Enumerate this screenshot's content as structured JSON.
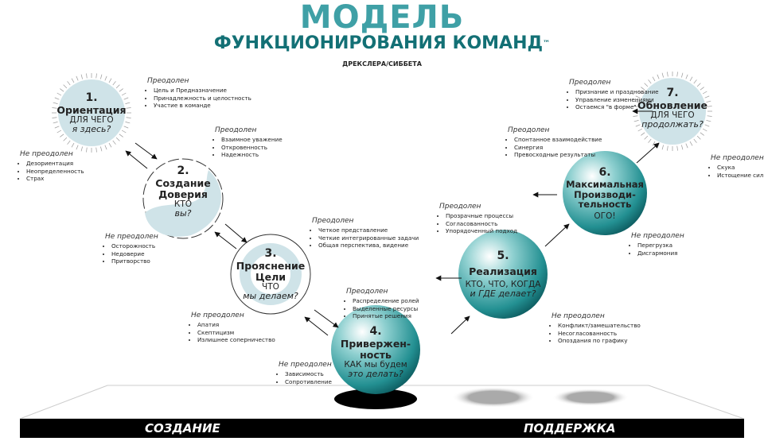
{
  "header": {
    "title": "МОДЕЛЬ",
    "subtitle": "ФУНКЦИОНИРОВАНИЯ КОМАНД",
    "trademark": "™",
    "authors": "ДРЕКСЛЕРА/СИББЕТА"
  },
  "labels": {
    "resolved": "Преодолен",
    "unresolved": "Не преодолен"
  },
  "stages": [
    {
      "number": "1.",
      "title": "Ориентация",
      "q1": "ДЛЯ ЧЕГО",
      "q2": "я здесь?",
      "resolved": [
        "Цель и Предназначение",
        "Принадлежность и целостность",
        "Участие в команде"
      ],
      "unresolved": [
        "Дезориентация",
        "Неопределенность",
        "Страх"
      ]
    },
    {
      "number": "2.",
      "title": "Создание Доверия",
      "q1": "КТО",
      "q2": "вы?",
      "resolved": [
        "Взаимное уважение",
        "Откровенность",
        "Надежность"
      ],
      "unresolved": [
        "Осторожность",
        "Недоверие",
        "Притворство"
      ]
    },
    {
      "number": "3.",
      "title": "Прояснение Цели",
      "q1": "ЧТО",
      "q2": "мы делаем?",
      "resolved": [
        "Четкое представление",
        "Четкие интегрированные задачи",
        "Общая перспектива, видение"
      ],
      "unresolved": [
        "Апатия",
        "Скептицизм",
        "Излишнее соперничество"
      ]
    },
    {
      "number": "4.",
      "title": "Привержен-ность",
      "q1": "КАК мы будем",
      "q2": "это делать?",
      "resolved": [
        "Распределение ролей",
        "Выделенные ресурсы",
        "Принятые решения"
      ],
      "unresolved": [
        "Зависимость",
        "Сопротивление"
      ]
    },
    {
      "number": "5.",
      "title": "Реализация",
      "q1": "КТО, ЧТО, КОГДА",
      "q2": "и ГДЕ делает?",
      "resolved": [
        "Прозрачные процессы",
        "Согласованность",
        "Упорядоченный подход"
      ],
      "unresolved": [
        "Конфликт/замешательство",
        "Несогласованность",
        "Опоздания по графику"
      ]
    },
    {
      "number": "6.",
      "title": "Максимальная Производи-тельность",
      "q1": "ОГО!",
      "q2": "",
      "resolved": [
        "Спонтанное взаимодействие",
        "Синергия",
        "Превосходные результаты"
      ],
      "unresolved": [
        "Перегрузка",
        "Дисгармония"
      ]
    },
    {
      "number": "7.",
      "title": "Обновление",
      "q1": "ДЛЯ ЧЕГО",
      "q2": "продолжать?",
      "resolved": [
        "Признание и празднование",
        "Управление изменениями",
        "Остаемся \"в форме\""
      ],
      "unresolved": [
        "Скука",
        "Истощение сил"
      ]
    }
  ],
  "footer": {
    "left": "СОЗДАНИЕ",
    "right": "ПОДДЕРЖКА"
  },
  "colors": {
    "title": "#3fa0a6",
    "subtitle": "#137075",
    "light": "#cfe3e8",
    "teal": "#2a9a9c"
  }
}
